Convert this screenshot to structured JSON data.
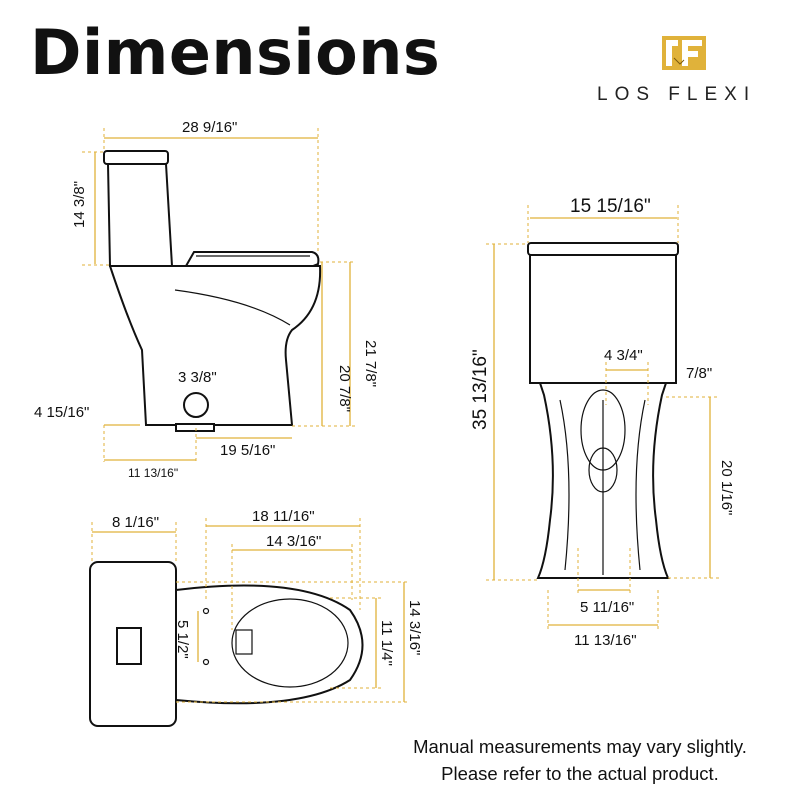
{
  "title": "Dimensions",
  "brand": {
    "name": "LOS FLEXI",
    "logo_icon": "lf-logo-icon",
    "accent_color": "#e0b23a"
  },
  "dimension_line_color": "#e0b23a",
  "side_view": {
    "overall_length": "28 9/16\"",
    "tank_height": "14 3/8\"",
    "seat_height_rim": "20 7/8\"",
    "seat_height_lid": "21 7/8\"",
    "supply_height": "3 3/8\"",
    "supply_offset": "4 15/16\"",
    "front_to_outlet": "19 5/16\"",
    "rough_in": "11 13/16\""
  },
  "front_view": {
    "tank_width": "15 15/16\"",
    "overall_height": "35 13/16\"",
    "trapway_width": "4 3/4\"",
    "trapway_depth": "7/8\"",
    "base_height": "20 1/16\"",
    "bolt_spacing": "5 11/16\"",
    "base_width": "11 13/16\""
  },
  "top_view": {
    "tank_depth": "8 1/16\"",
    "bowl_length": "18 11/16\"",
    "seat_length": "14 3/16\"",
    "bolt_spacing": "5 1/2\"",
    "bowl_width_inner": "11 1/4\"",
    "bowl_width_outer": "14 3/16\""
  },
  "note": {
    "line1": "Manual measurements may vary slightly.",
    "line2": "Please refer to the actual product."
  }
}
